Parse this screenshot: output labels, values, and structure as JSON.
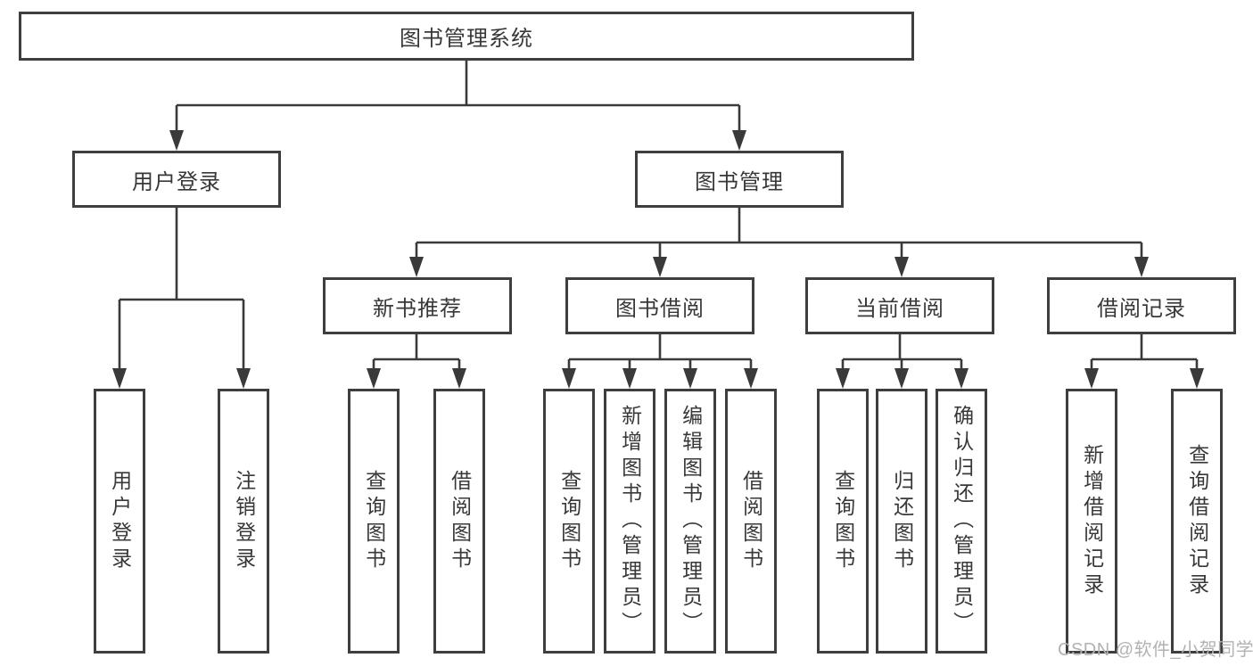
{
  "colors": {
    "background": "#ffffff",
    "box_border": "#3e3e3e",
    "connector_line": "#3a3a3a",
    "text": "#383838",
    "watermark": "#b2b2b2"
  },
  "diagram": {
    "root_label": "图书管理系统",
    "level2": [
      {
        "label": "用户登录"
      },
      {
        "label": "图书管理"
      }
    ],
    "level3": [
      {
        "label": "新书推荐"
      },
      {
        "label": "图书借阅"
      },
      {
        "label": "当前借阅"
      },
      {
        "label": "借阅记录"
      }
    ],
    "leaves": {
      "user_login": [
        "用户登录",
        "注销登录"
      ],
      "new_book": [
        "查询图书",
        "借阅图书"
      ],
      "book_borrow": [
        "查询图书",
        "新增图书（管理员）",
        "编辑图书（管理员）",
        "借阅图书"
      ],
      "current_borrow": [
        "查询图书",
        "归还图书",
        "确认归还（管理员）"
      ],
      "borrow_records": [
        "新增借阅记录",
        "查询借阅记录"
      ]
    }
  },
  "watermark": {
    "text": "CSDN @软件_小贺同学"
  }
}
